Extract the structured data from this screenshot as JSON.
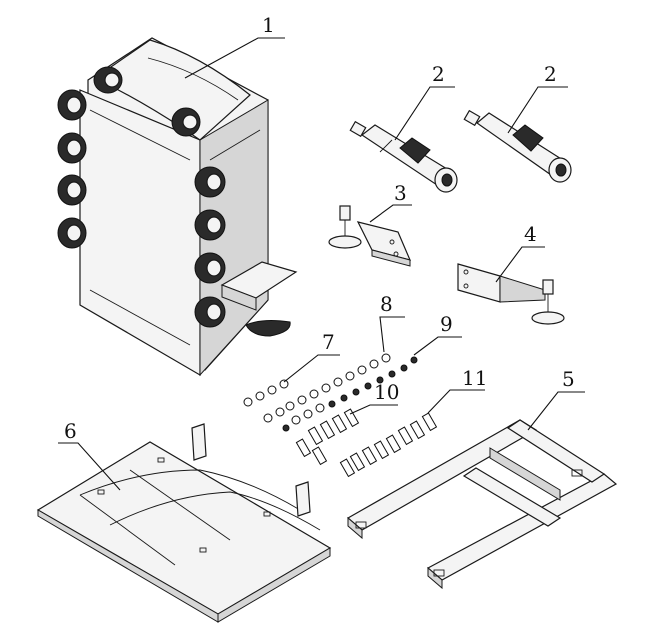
{
  "diagram": {
    "callouts": [
      {
        "id": "part-1",
        "label": "1"
      },
      {
        "id": "part-2a",
        "label": "2"
      },
      {
        "id": "part-2b",
        "label": "2"
      },
      {
        "id": "part-3",
        "label": "3"
      },
      {
        "id": "part-4",
        "label": "4"
      },
      {
        "id": "part-5",
        "label": "5"
      },
      {
        "id": "part-6",
        "label": "6"
      },
      {
        "id": "part-7",
        "label": "7"
      },
      {
        "id": "part-8",
        "label": "8"
      },
      {
        "id": "part-9",
        "label": "9"
      },
      {
        "id": "part-10",
        "label": "10"
      },
      {
        "id": "part-11",
        "label": "11"
      }
    ]
  }
}
